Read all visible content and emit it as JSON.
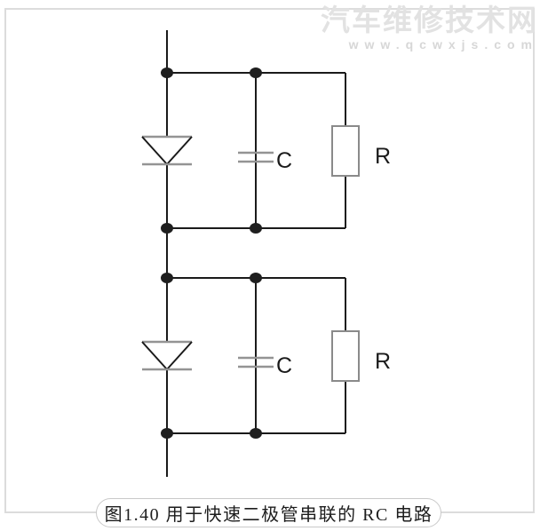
{
  "figure": {
    "caption": "图1.40 用于快速二极管串联的 RC 电路"
  },
  "watermark": {
    "title": "汽车维修技术网",
    "url": "www.qcwxjs.com"
  },
  "circuit": {
    "type": "schematic",
    "description_visible_labels_only": "two identical diode + parallel RC snubber stages connected in series",
    "units": [
      {
        "capacitor_label": "C",
        "resistor_label": "R"
      },
      {
        "capacitor_label": "C",
        "resistor_label": "R"
      }
    ]
  },
  "colors": {
    "wire": "#1a1a1a",
    "gray-accent": "#949494",
    "resistor-border": "#8a8a8a",
    "label": "#1b1b1b",
    "frame": "#dcdcdc",
    "caption-border": "#c9c9c9",
    "watermark-title": "#e2e2e2",
    "watermark-url": "#d7d7d7"
  }
}
